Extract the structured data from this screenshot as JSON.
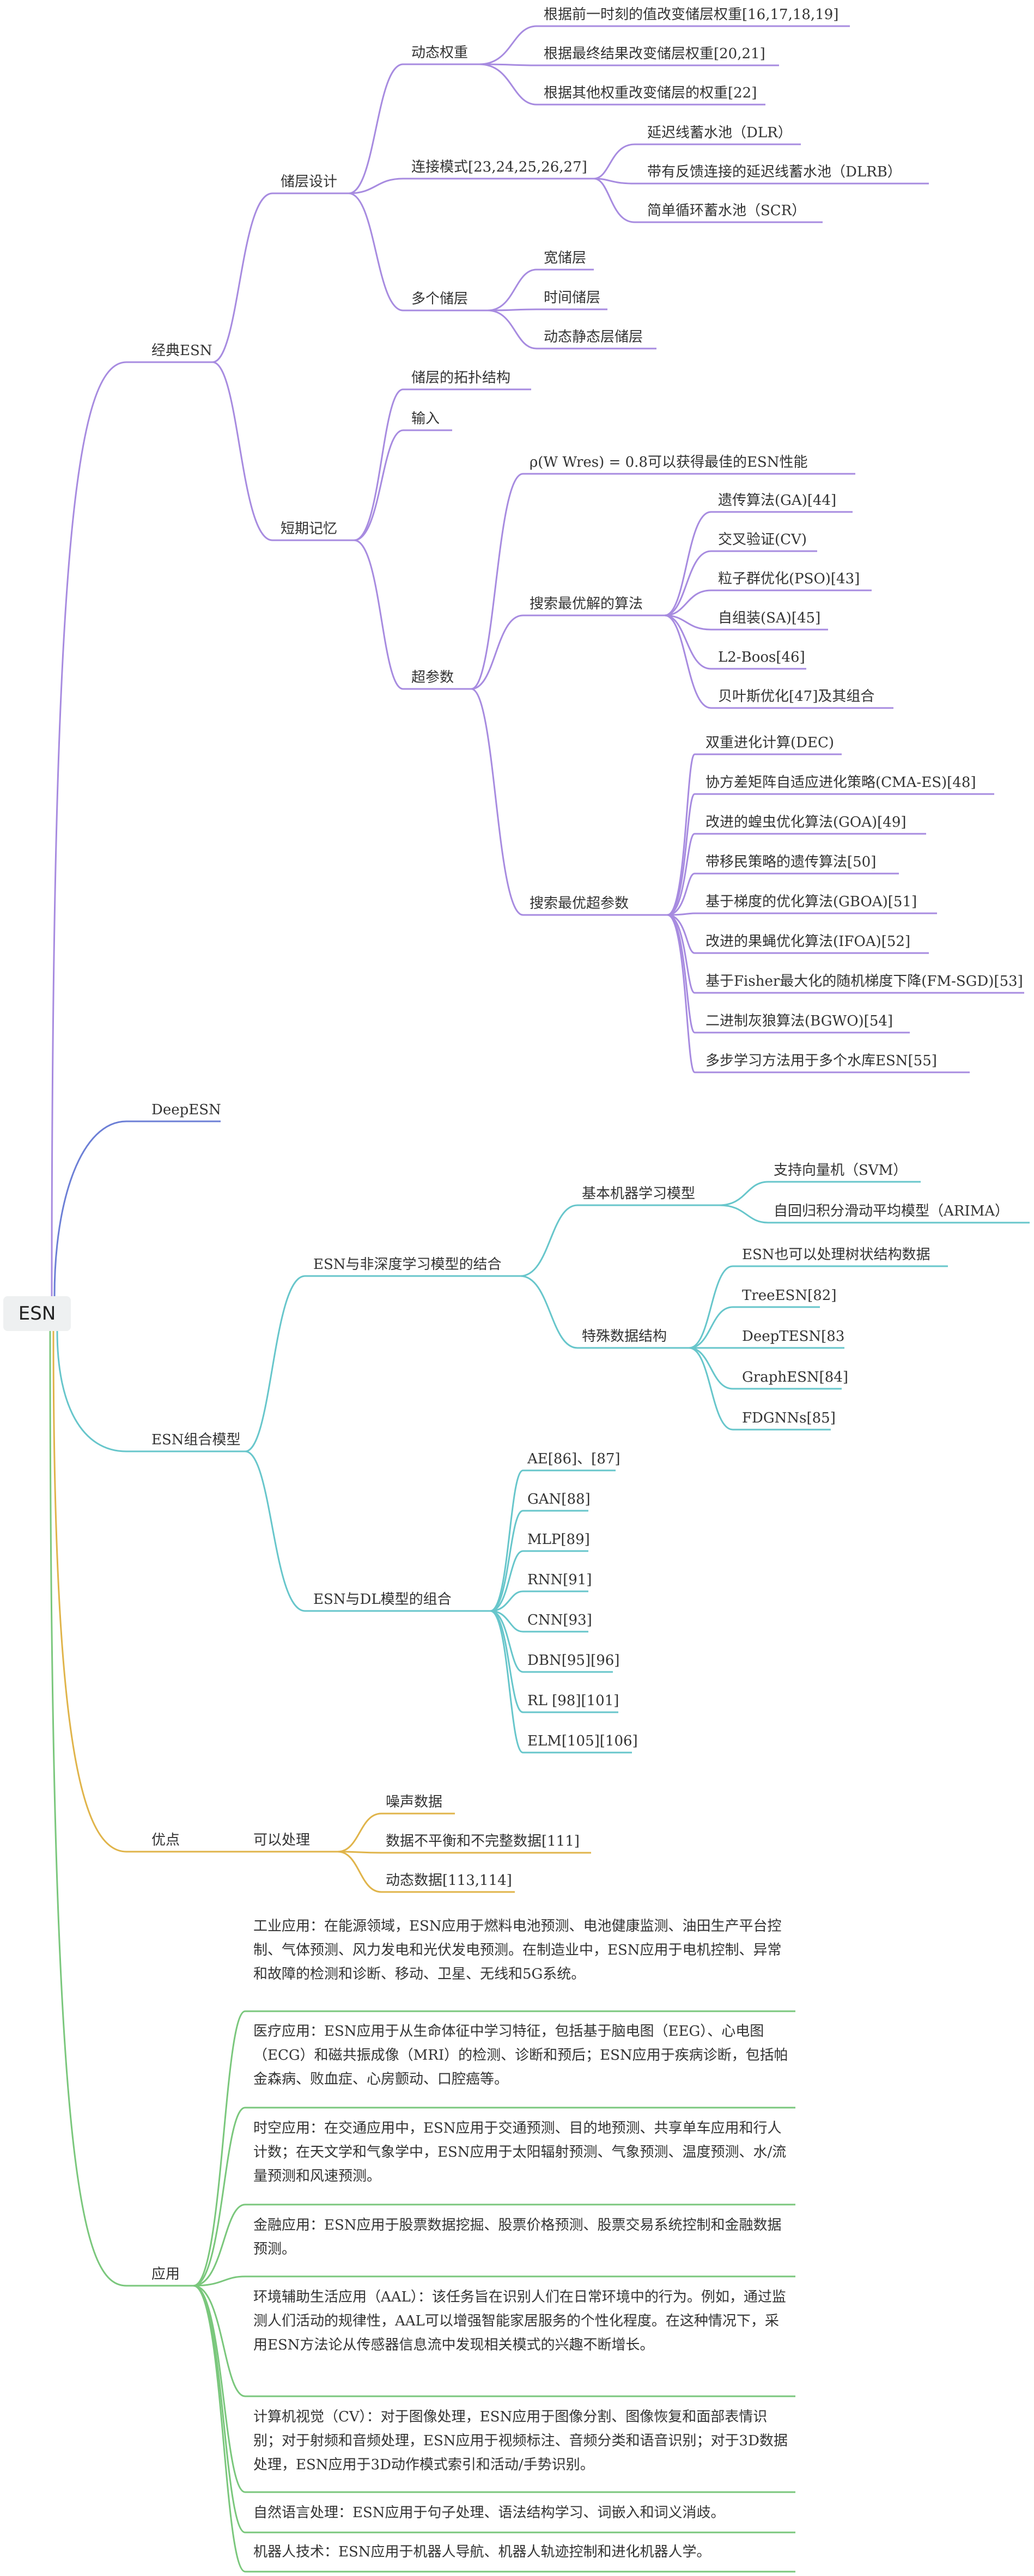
{
  "root": "ESN",
  "colors": {
    "purple": "#a78be0",
    "blue": "#6c7fd6",
    "teal": "#67c6cb",
    "gold": "#e0b44a",
    "green": "#7ac77c",
    "root_bg": "#eef0f1"
  },
  "classic": {
    "label": "经典ESN",
    "reservoir_design": {
      "label": "储层设计",
      "dynamic_weights": {
        "label": "动态权重",
        "items": [
          "根据前一时刻的值改变储层权重[16,17,18,19]",
          "根据最终结果改变储层权重[20,21]",
          "根据其他权重改变储层的权重[22]"
        ]
      },
      "connection_mode": {
        "label": "连接模式[23,24,25,26,27]",
        "items": [
          "延迟线蓄水池（DLR）",
          "带有反馈连接的延迟线蓄水池（DLRB）",
          "简单循环蓄水池（SCR）"
        ]
      },
      "multi_layer": {
        "label": "多个储层",
        "items": [
          "宽储层",
          "时间储层",
          "动态静态层储层"
        ]
      }
    },
    "short_memory": {
      "label": "短期记忆",
      "topology": "储层的拓扑结构",
      "input": "输入",
      "hyperparams": {
        "label": "超参数",
        "rho": "ρ(W Wres) = 0.8可以获得最佳的ESN性能",
        "optimal_algo": {
          "label": "搜索最优解的算法",
          "items": [
            "遗传算法(GA)[44]",
            "交叉验证(CV)",
            "粒子群优化(PSO)[43]",
            "自组装(SA)[45]",
            "L2-Boos[46]",
            "贝叶斯优化[47]及其组合"
          ]
        },
        "optimal_params": {
          "label": "搜索最优超参数",
          "items": [
            "双重进化计算(DEC)",
            "协方差矩阵自适应进化策略(CMA-ES)[48]",
            "改进的蝗虫优化算法(GOA)[49]",
            "带移民策略的遗传算法[50]",
            "基于梯度的优化算法(GBOA)[51]",
            "改进的果蝇优化算法(IFOA)[52]",
            "基于Fisher最大化的随机梯度下降(FM-SGD)[53]",
            "二进制灰狼算法(BGWO)[54]",
            "多步学习方法用于多个水库ESN[55]"
          ]
        }
      }
    }
  },
  "deep": {
    "label": "DeepESN"
  },
  "combo": {
    "label": "ESN组合模型",
    "non_deep": {
      "label": "ESN与非深度学习模型的结合",
      "basic_ml": {
        "label": "基本机器学习模型",
        "items": [
          "支持向量机（SVM）",
          "自回归积分滑动平均模型（ARIMA）"
        ]
      },
      "special": {
        "label": "特殊数据结构",
        "items": [
          "ESN也可以处理树状结构数据",
          "TreeESN[82]",
          "DeepTESN[83",
          "GraphESN[84]",
          "FDGNNs[85]"
        ]
      }
    },
    "dl": {
      "label": "ESN与DL模型的组合",
      "items": [
        "AE[86]、[87]",
        "GAN[88]",
        "MLP[89]",
        "RNN[91]",
        "CNN[93]",
        "DBN[95][96]",
        "RL [98][101]",
        "ELM[105][106]"
      ]
    }
  },
  "advantages": {
    "label": "优点",
    "handle": {
      "label": "可以处理",
      "items": [
        "噪声数据",
        "数据不平衡和不完整数据[111]",
        "动态数据[113,114]"
      ]
    }
  },
  "apps": {
    "label": "应用",
    "items": [
      "工业应用：在能源领域，ESN应用于燃料电池预测、电池健康监测、油田生产平台控制、气体预测、风力发电和光伏发电预测。在制造业中，ESN应用于电机控制、异常和故障的检测和诊断、移动、卫星、无线和5G系统。",
      "医疗应用：ESN应用于从生命体征中学习特征，包括基于脑电图（EEG）、心电图（ECG）和磁共振成像（MRI）的检测、诊断和预后；ESN应用于疾病诊断，包括帕金森病、败血症、心房颤动、口腔癌等。",
      "时空应用：在交通应用中，ESN应用于交通预测、目的地预测、共享单车应用和行人计数；在天文学和气象学中，ESN应用于太阳辐射预测、气象预测、温度预测、水/流量预测和风速预测。",
      "金融应用：ESN应用于股票数据挖掘、股票价格预测、股票交易系统控制和金融数据预测。",
      "环境辅助生活应用（AAL）：该任务旨在识别人们在日常环境中的行为。例如，通过监测人们活动的规律性，AAL可以增强智能家居服务的个性化程度。在这种情况下，采用ESN方法论从传感器信息流中发现相关模式的兴趣不断增长。",
      "计算机视觉（CV）：对于图像处理，ESN应用于图像分割、图像恢复和面部表情识别；对于射频和音频处理，ESN应用于视频标注、音频分类和语音识别；对于3D数据处理，ESN应用于3D动作模式索引和活动/手势识别。",
      "自然语言处理：ESN应用于句子处理、语法结构学习、词嵌入和词义消歧。",
      "机器人技术：ESN应用于机器人导航、机器人轨迹控制和进化机器人学。"
    ]
  }
}
